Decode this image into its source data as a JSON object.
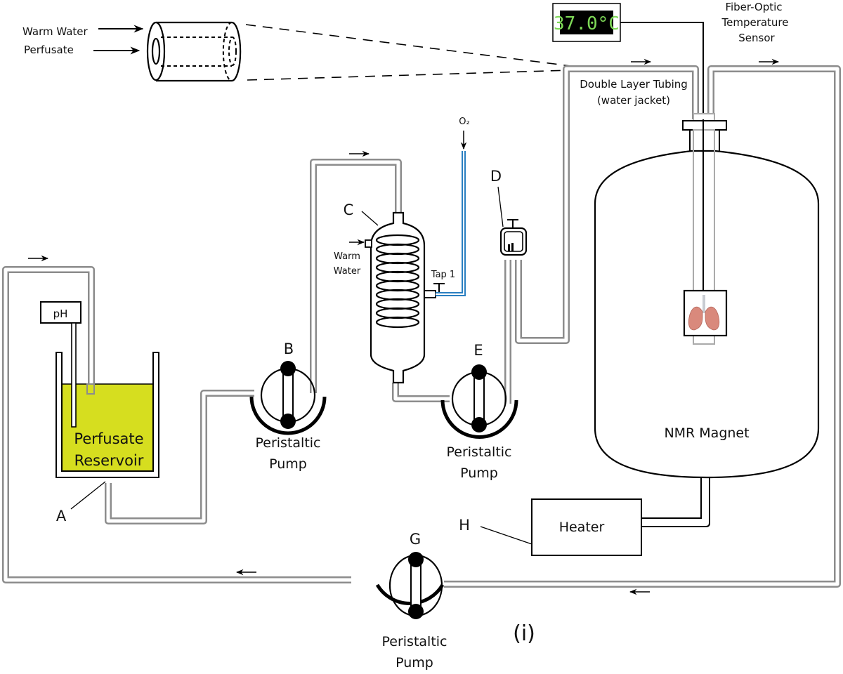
{
  "figure": {
    "panel_label": "(i)",
    "colors": {
      "perfusate": "#d6de1f",
      "oxygen_line": "#2a7fc1",
      "tubing": "#8c8c8c",
      "lcd_background": "#000000",
      "lcd_text": "#7ed957",
      "lung": "#d9897c"
    }
  },
  "inset": {
    "warm_water_label": "Warm Water",
    "perfusate_label": "Perfusate"
  },
  "temperature": {
    "display_value": "37.0°C",
    "sensor_label_line1": "Fiber-Optic",
    "sensor_label_line2": "Temperature",
    "sensor_label_line3": "Sensor"
  },
  "tubing_label": {
    "line1": "Double Layer Tubing",
    "line2": "(water jacket)"
  },
  "reservoir": {
    "marker": "A",
    "ph_label": "pH",
    "label_line1": "Perfusate",
    "label_line2": "Reservoir"
  },
  "pumps": [
    {
      "marker": "B",
      "label_line1": "Peristaltic",
      "label_line2": "Pump"
    },
    {
      "marker": "E",
      "label_line1": "Peristaltic",
      "label_line2": "Pump"
    },
    {
      "marker": "G",
      "label_line1": "Peristaltic",
      "label_line2": "Pump"
    }
  ],
  "oxygenator": {
    "marker": "C",
    "warm_water_line1": "Warm",
    "warm_water_line2": "Water",
    "tap_label": "Tap 1",
    "gas_label": "O₂"
  },
  "bubble_trap": {
    "marker": "D"
  },
  "magnet": {
    "label": "NMR Magnet",
    "sample_icon": "lung-icon"
  },
  "heater": {
    "marker": "H",
    "label": "Heater"
  }
}
